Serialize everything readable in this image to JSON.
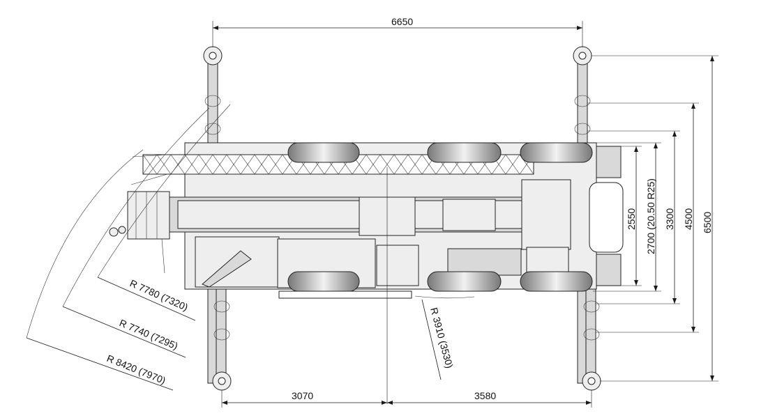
{
  "drawing": {
    "dimensions": {
      "overall_length": "6650",
      "rear_length": "3070",
      "front_length": "3580",
      "width_2550": "2550",
      "width_2700": "2700 (20.50 R25)",
      "width_3300": "3300",
      "outrigger_4500": "4500",
      "outrigger_6500": "6500"
    },
    "radii": {
      "r1": "R 7780 (7320)",
      "r2": "R 7740 (7295)",
      "r3": "R 8420 (7970)",
      "r4": "R 3910 (3530)"
    },
    "colors": {
      "line": "#1a1a1a",
      "body_fill": "#d9d9d9",
      "tire_dark": "#555555"
    }
  }
}
